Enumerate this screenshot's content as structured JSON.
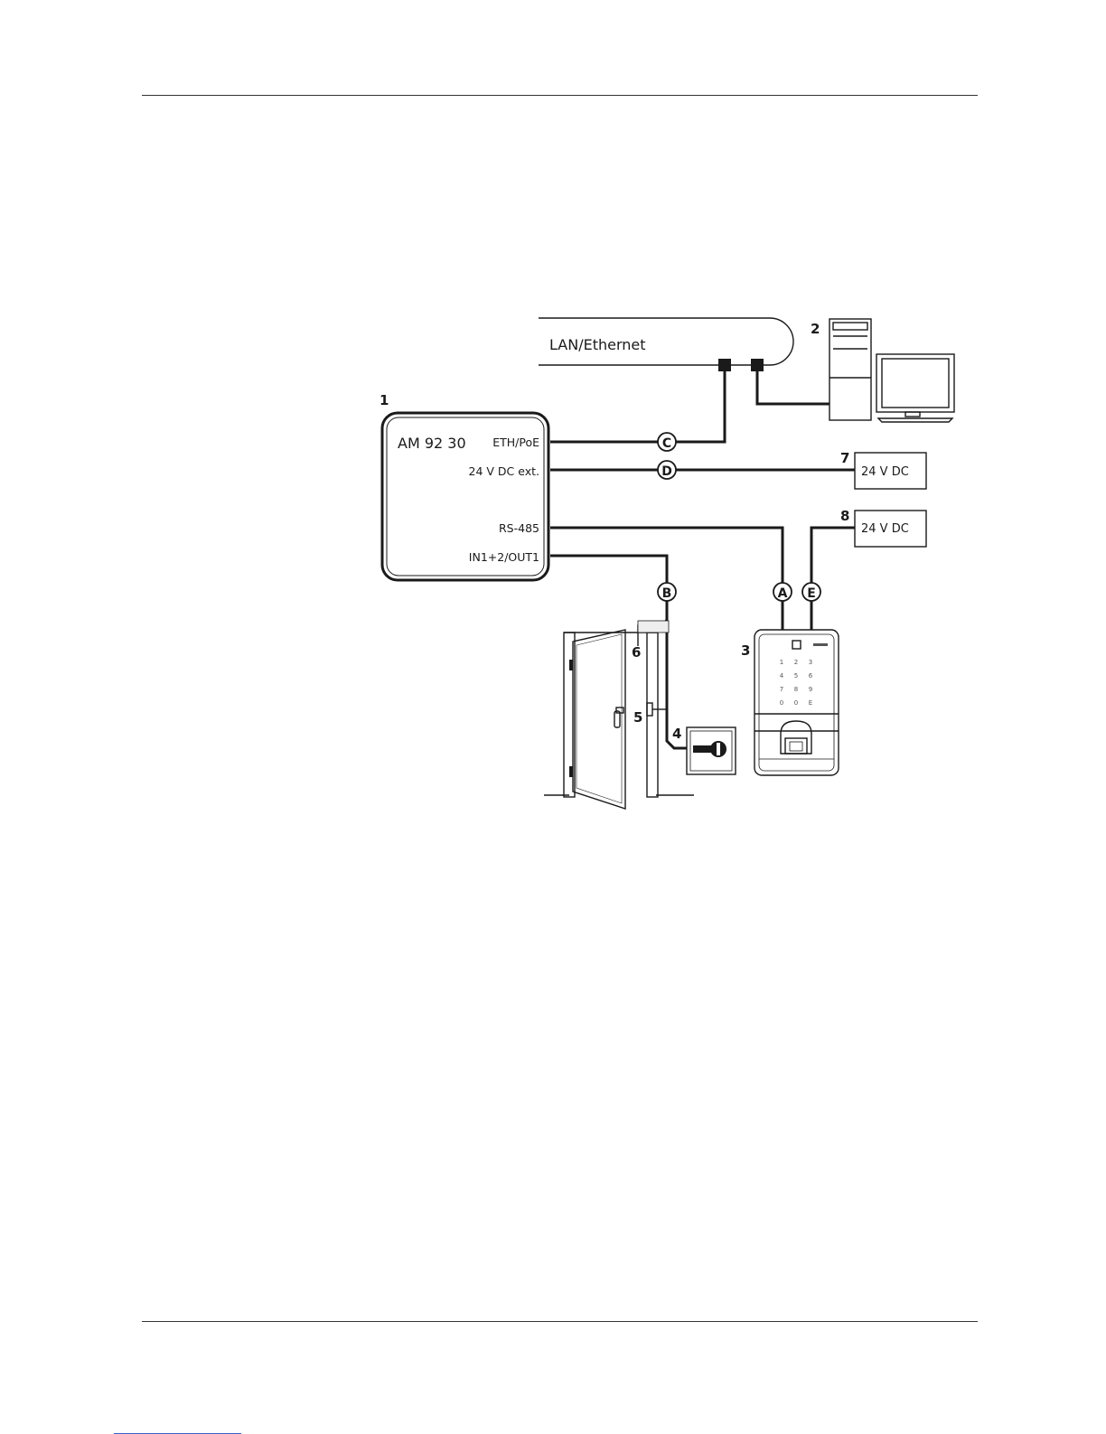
{
  "diagram": {
    "network": {
      "label": "LAN/Ethernet"
    },
    "controller": {
      "number": "1",
      "model": "AM 92 30",
      "ports": {
        "eth": "ETH/PoE",
        "power": "24 V DC ext.",
        "rs485": "RS-485",
        "io": "IN1+2/OUT1"
      }
    },
    "computer": {
      "number": "2"
    },
    "reader": {
      "number": "3",
      "keys": [
        "1",
        "2",
        "3",
        "4",
        "5",
        "6",
        "7",
        "8",
        "9",
        "0",
        "0",
        "E"
      ]
    },
    "key_switch": {
      "number": "4"
    },
    "door_contact": {
      "number": "5"
    },
    "door_opener": {
      "number": "6"
    },
    "psu_controller": {
      "number": "7",
      "label": "24 V DC"
    },
    "psu_reader": {
      "number": "8",
      "label": "24 V DC"
    },
    "cables": {
      "a": "A",
      "b": "B",
      "c": "C",
      "d": "D",
      "e": "E"
    }
  },
  "colors": {
    "line": "#1a1a1a",
    "rule": "#333333",
    "link": "#3a5fcd"
  }
}
